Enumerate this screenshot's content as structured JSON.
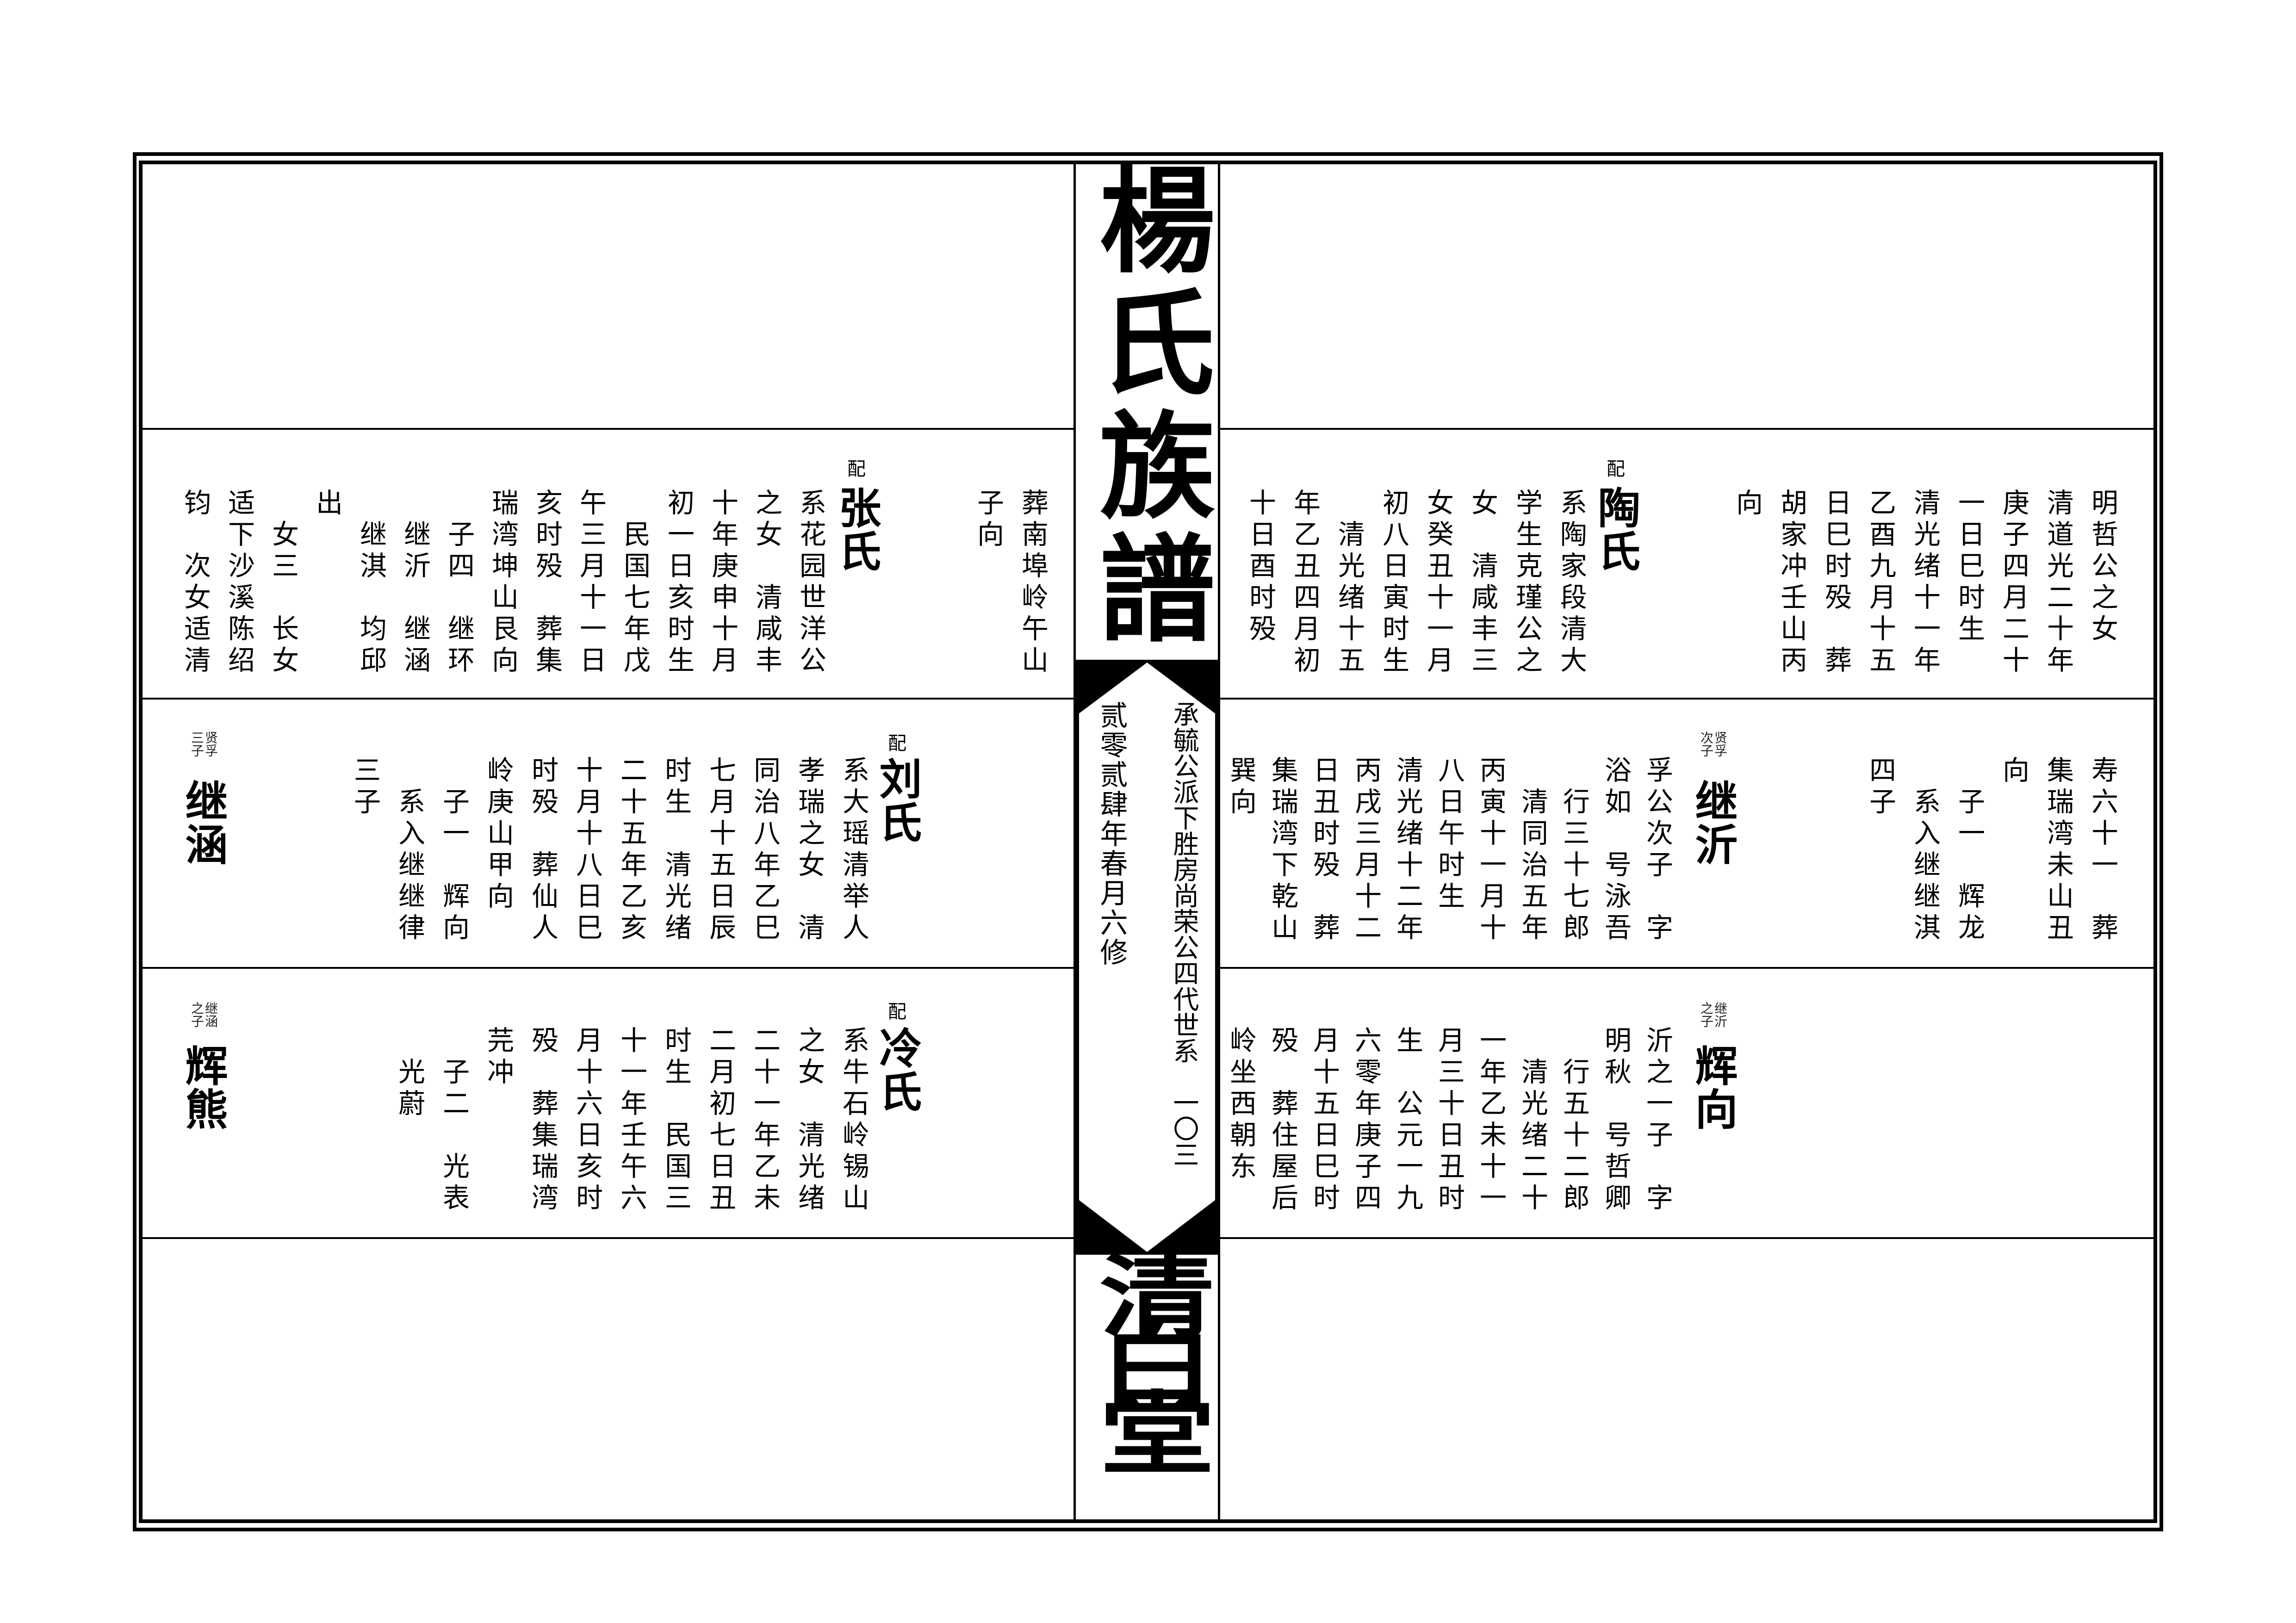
{
  "spine": {
    "title": "楊氏族譜",
    "subtitle": "承毓公派下胜房尚荣公四代世系　一〇三",
    "revision": "贰零贰肆年春月六修",
    "hall": "清白堂"
  },
  "right_1": {
    "pre": [
      "明哲公之女",
      "清道光二十年",
      "庚子四月二十",
      "一日巳时生",
      "清光绪十一年",
      "乙酉九月十五",
      "日巳时殁　葬",
      "胡家冲壬山丙",
      "向"
    ],
    "pei": "配",
    "name": "陶氏",
    "cols": [
      "系陶家段清大",
      "学生克瑾公之",
      "女　清咸丰三",
      "女癸丑十一月",
      "初八日寅时生",
      "　清光绪十五",
      "年乙丑四月初",
      "十日酉时殁"
    ]
  },
  "right_2": {
    "pre": [
      "寿六十一　葬",
      "集瑞湾未山丑",
      "向",
      "　子一　辉龙",
      "　系入继继淇",
      "四子"
    ],
    "label": "贤孚次子",
    "name": "继沂",
    "cols": [
      "孚公次子　字",
      "浴如　号泳吾",
      "　行三十七郎",
      "　清同治五年",
      "丙寅十一月十",
      "八日午时生",
      "清光绪十二年",
      "丙戌三月十二",
      "日丑时殁　葬",
      "集瑞湾下乾山",
      "巽向"
    ]
  },
  "right_3": {
    "label": "继沂之子",
    "name": "辉向",
    "cols": [
      "沂之一子　字",
      "明秋　号哲卿",
      "　行五十二郎",
      "　清光绪二十",
      "一年乙未十一",
      "月三十日丑时",
      "生　公元一九",
      "六零年庚子四",
      "月十五日巳时",
      "殁　葬住屋后",
      "岭坐西朝东"
    ]
  },
  "left_1": {
    "pre": [
      "葬南埠岭午山",
      "子向"
    ],
    "pei": "配",
    "name": "张氏",
    "cols": [
      "系花园世洋公",
      "之女　清咸丰",
      "十年庚申十月",
      "初一日亥时生",
      "　民国七年戊",
      "午三月十一日",
      "亥时殁　葬集",
      "瑞湾坤山艮向",
      "　子四　继环",
      "　继沂　继涵",
      "　继淇　均邱",
      "出",
      "　女三　长女",
      "适下沙溪陈绍",
      "钧　次女适清"
    ]
  },
  "left_2": {
    "pei": "配",
    "name": "刘氏",
    "cols": [
      "系大瑶清举人",
      "孝瑞之女　清",
      "同治八年乙巳",
      "七月十五日辰",
      "时生　清光绪",
      "二十五年乙亥",
      "十月十八日巳",
      "时殁　葬仙人",
      "岭庚山甲向",
      "　子一　辉向",
      "　系入继继律",
      "三子"
    ],
    "label": "贤孚三子",
    "son": "继涵"
  },
  "left_3": {
    "pei": "配",
    "name": "冷氏",
    "cols": [
      "系牛石岭锡山",
      "之女　清光绪",
      "二十一年乙未",
      "二月初七日丑",
      "时生　民国三",
      "十一年壬午六",
      "月十六日亥时",
      "殁　葬集瑞湾",
      "芫冲",
      "　子二　光表",
      "　光蔚"
    ],
    "label": "继涵之子",
    "son": "辉熊"
  }
}
